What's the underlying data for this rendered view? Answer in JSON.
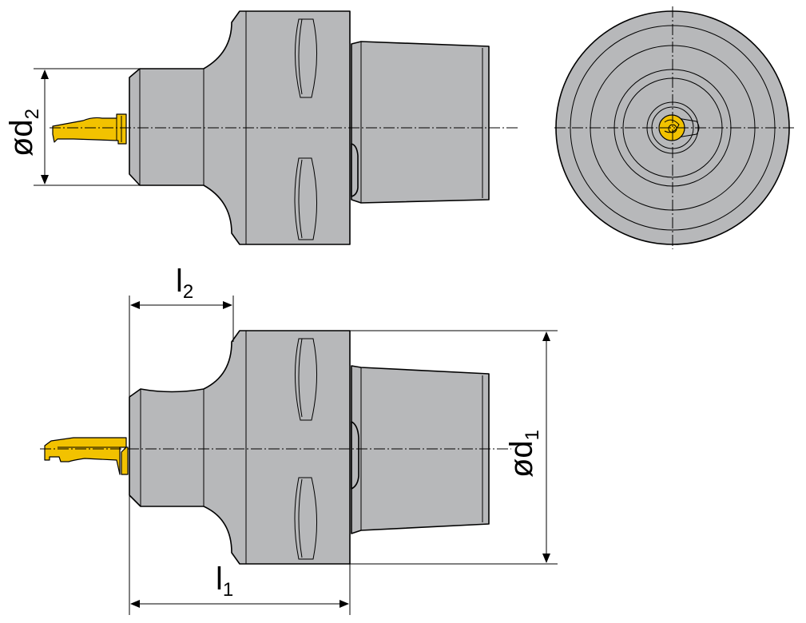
{
  "dimensions": {
    "d2": {
      "prefix": "ød",
      "sub": "2"
    },
    "d1": {
      "prefix": "ød",
      "sub": "1"
    },
    "l1": {
      "prefix": "l",
      "sub": "1"
    },
    "l2": {
      "prefix": "l",
      "sub": "2"
    }
  },
  "colors": {
    "body": "#b7b8ba",
    "insert": "#f2c200",
    "line": "#000000"
  }
}
